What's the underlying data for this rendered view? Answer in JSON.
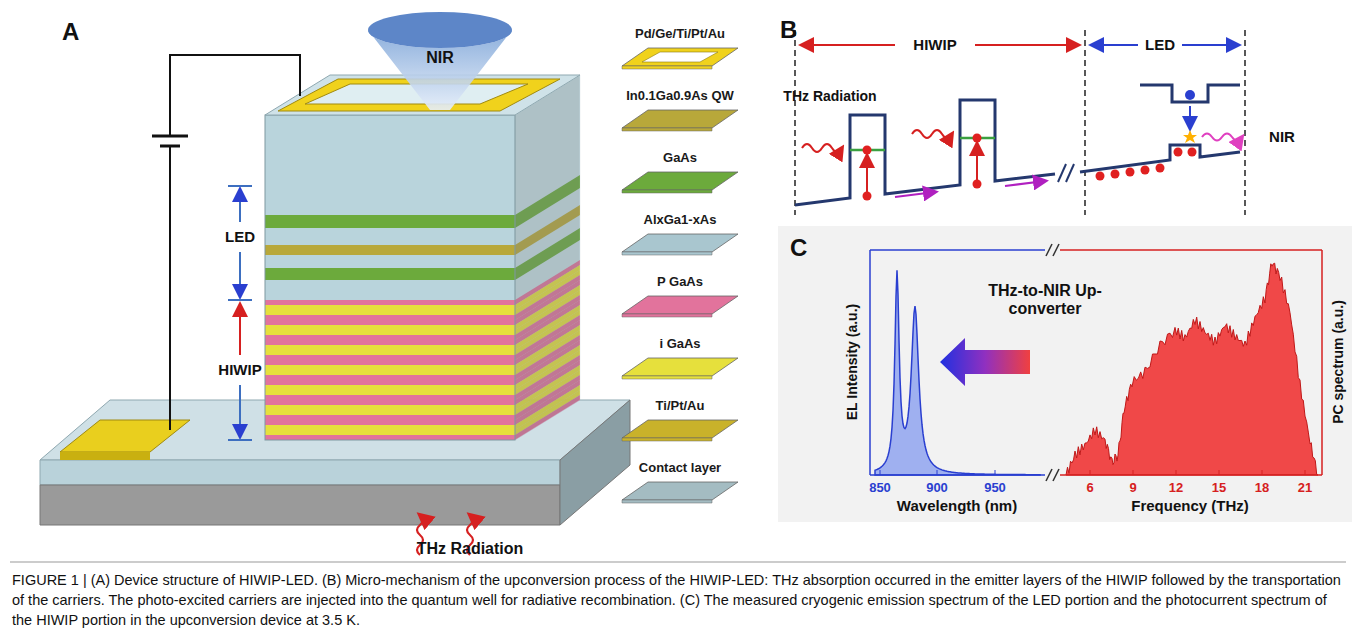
{
  "diagram": {
    "caption": "FIGURE 1 | (A) Device structure of HIWIP-LED. (B) Micro-mechanism of the upconversion process of the HIWIP-LED: THz absorption occurred in the emitter layers of the HIWIP followed by the transportation of the carriers. The photo-excited carriers are injected into the quantum well for radiative recombination. (C) The measured cryogenic emission spectrum of the LED portion and the photocurrent spectrum of the HIWIP portion in the upconversion device at 3.5 K.",
    "labels": [
      "A",
      "NIR",
      "LED",
      "HIWIP",
      "THz Radiation",
      "B",
      "HIWIP",
      "LED",
      "THz Radiation",
      "NIR",
      "C",
      "THz-to-NIR Up-converter",
      "EL Intensity (a.u.)",
      "PC spectrum (a.u.)",
      "Wavelength (nm)",
      "Frequency (THz)",
      "850",
      "900",
      "950",
      "6",
      "9",
      "12",
      "15",
      "18",
      "21"
    ],
    "legend": [
      {
        "text": "Pd/Ge/Ti/Pt/Au",
        "color": "#f0d21c"
      },
      {
        "text": "In0.1Ga0.9As QW",
        "color": "#b8a83a"
      },
      {
        "text": "GaAs",
        "color": "#6caa3c"
      },
      {
        "text": "AlxGa1-xAs",
        "color": "#a9c6cf"
      },
      {
        "text": "P GaAs",
        "color": "#e2739c"
      },
      {
        "text": "i GaAs",
        "color": "#e6e03c"
      },
      {
        "text": "Ti/Pt/Au",
        "color": "#c9b22a"
      },
      {
        "text": "Contact layer",
        "color": "#a4bcc2"
      }
    ]
  }
}
